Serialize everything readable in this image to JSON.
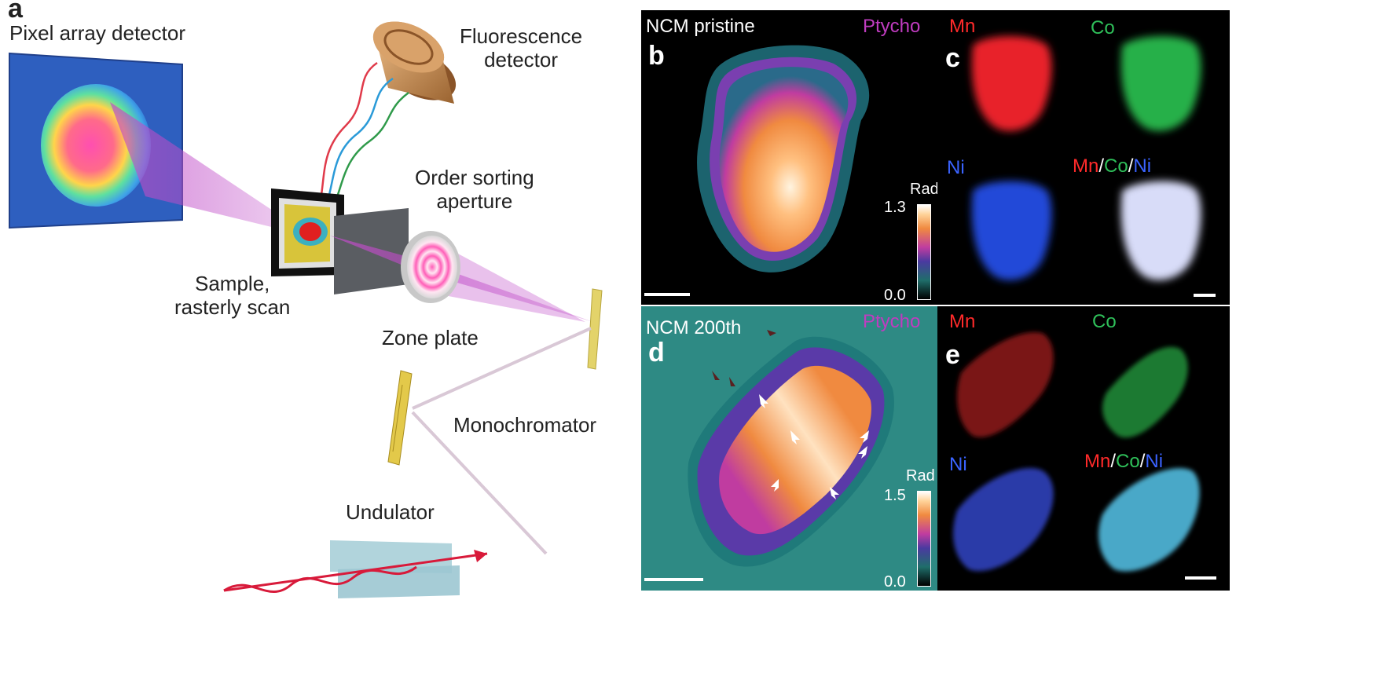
{
  "panel_a": {
    "letter": "a",
    "pixel_detector": "Pixel array detector",
    "fluorescence_line1": "Fluorescence",
    "fluorescence_line2": "detector",
    "order_line1": "Order sorting",
    "order_line2": "aperture",
    "sample_line1": "Sample,",
    "sample_line2": "rasterly scan",
    "zone_plate": "Zone plate",
    "monochromator": "Monochromator",
    "undulator": "Undulator"
  },
  "panel_b": {
    "letter": "b",
    "title": "NCM pristine",
    "mode": "Ptycho",
    "colorbar_label": "Rad",
    "colorbar_max": "1.3",
    "colorbar_min": "0.0"
  },
  "panel_c": {
    "letter": "c",
    "mn": "Mn",
    "co": "Co",
    "ni": "Ni",
    "sep": "/"
  },
  "panel_d": {
    "letter": "d",
    "title": "NCM 200th",
    "mode": "Ptycho",
    "colorbar_label": "Rad",
    "colorbar_max": "1.5",
    "colorbar_min": "0.0"
  },
  "panel_e": {
    "letter": "e",
    "mn": "Mn",
    "co": "Co",
    "ni": "Ni",
    "sep": "/"
  },
  "colors": {
    "mn": "#ff2a2a",
    "co": "#2fc05a",
    "ni": "#3a63ff",
    "ptycho": "#c03cc0"
  }
}
